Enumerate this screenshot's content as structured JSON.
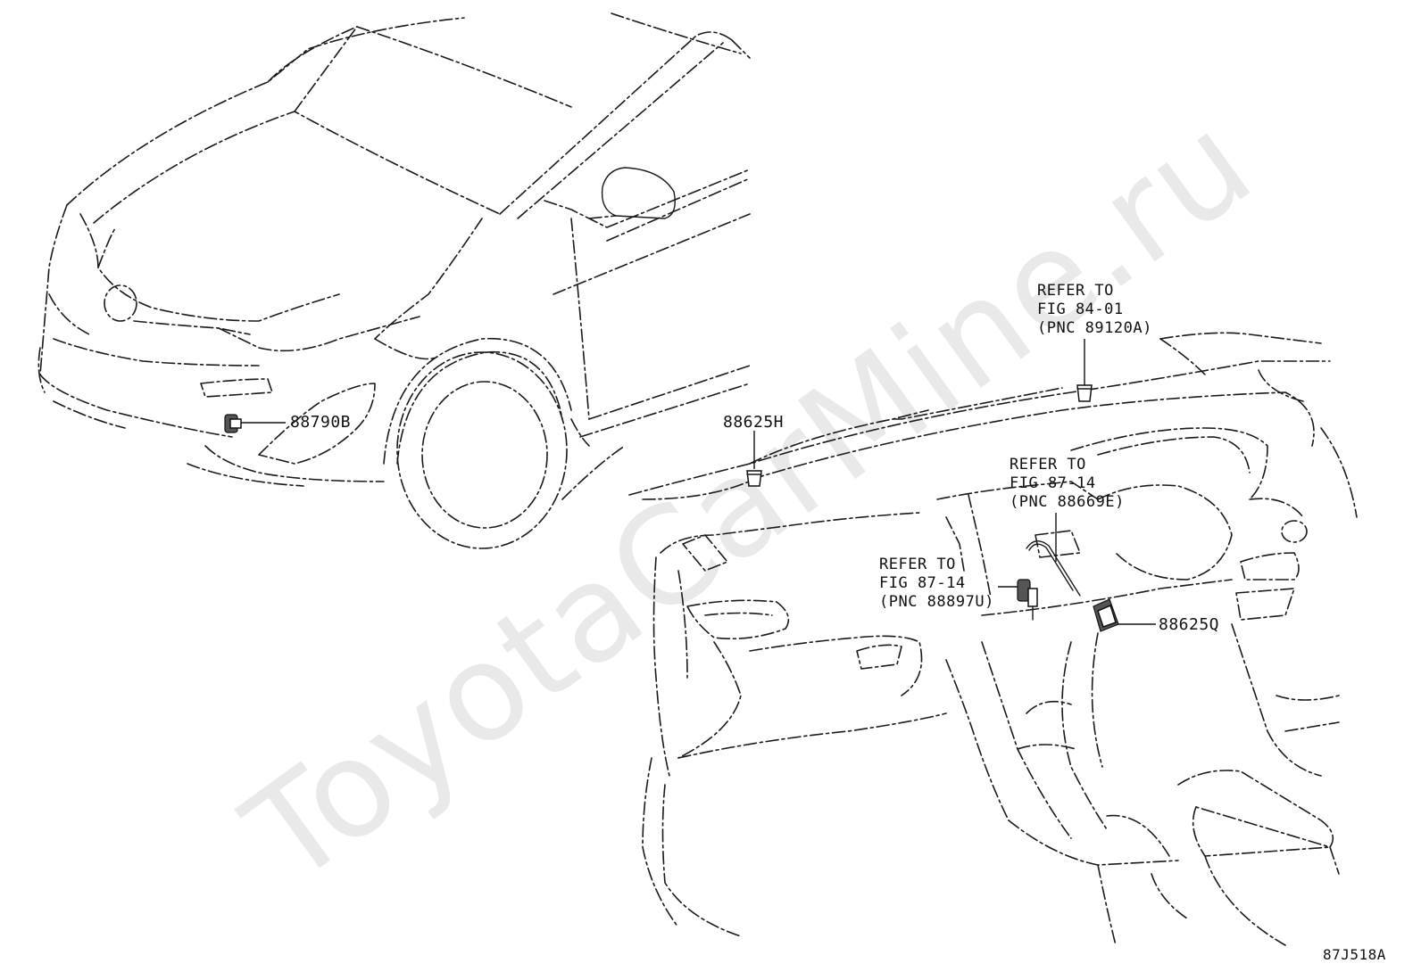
{
  "labels": {
    "front_sensor": "88790B",
    "dash_left_clip": "88625H",
    "dash_right_unit": "88625Q",
    "refer_top": [
      "REFER TO",
      "FIG 84-01",
      "(PNC 89120A)"
    ],
    "refer_mid": [
      "REFER TO",
      "FIG 87-14",
      "(PNC 88669E)"
    ],
    "refer_low": [
      "REFER TO",
      "FIG 87-14",
      "(PNC 88897U)"
    ],
    "drawing_code": "87J518A"
  },
  "watermark": "ToyotaCarMine.ru",
  "colors": {
    "line": "#1a1a1a",
    "watermark": "#cfcfcf",
    "background": "#ffffff"
  }
}
